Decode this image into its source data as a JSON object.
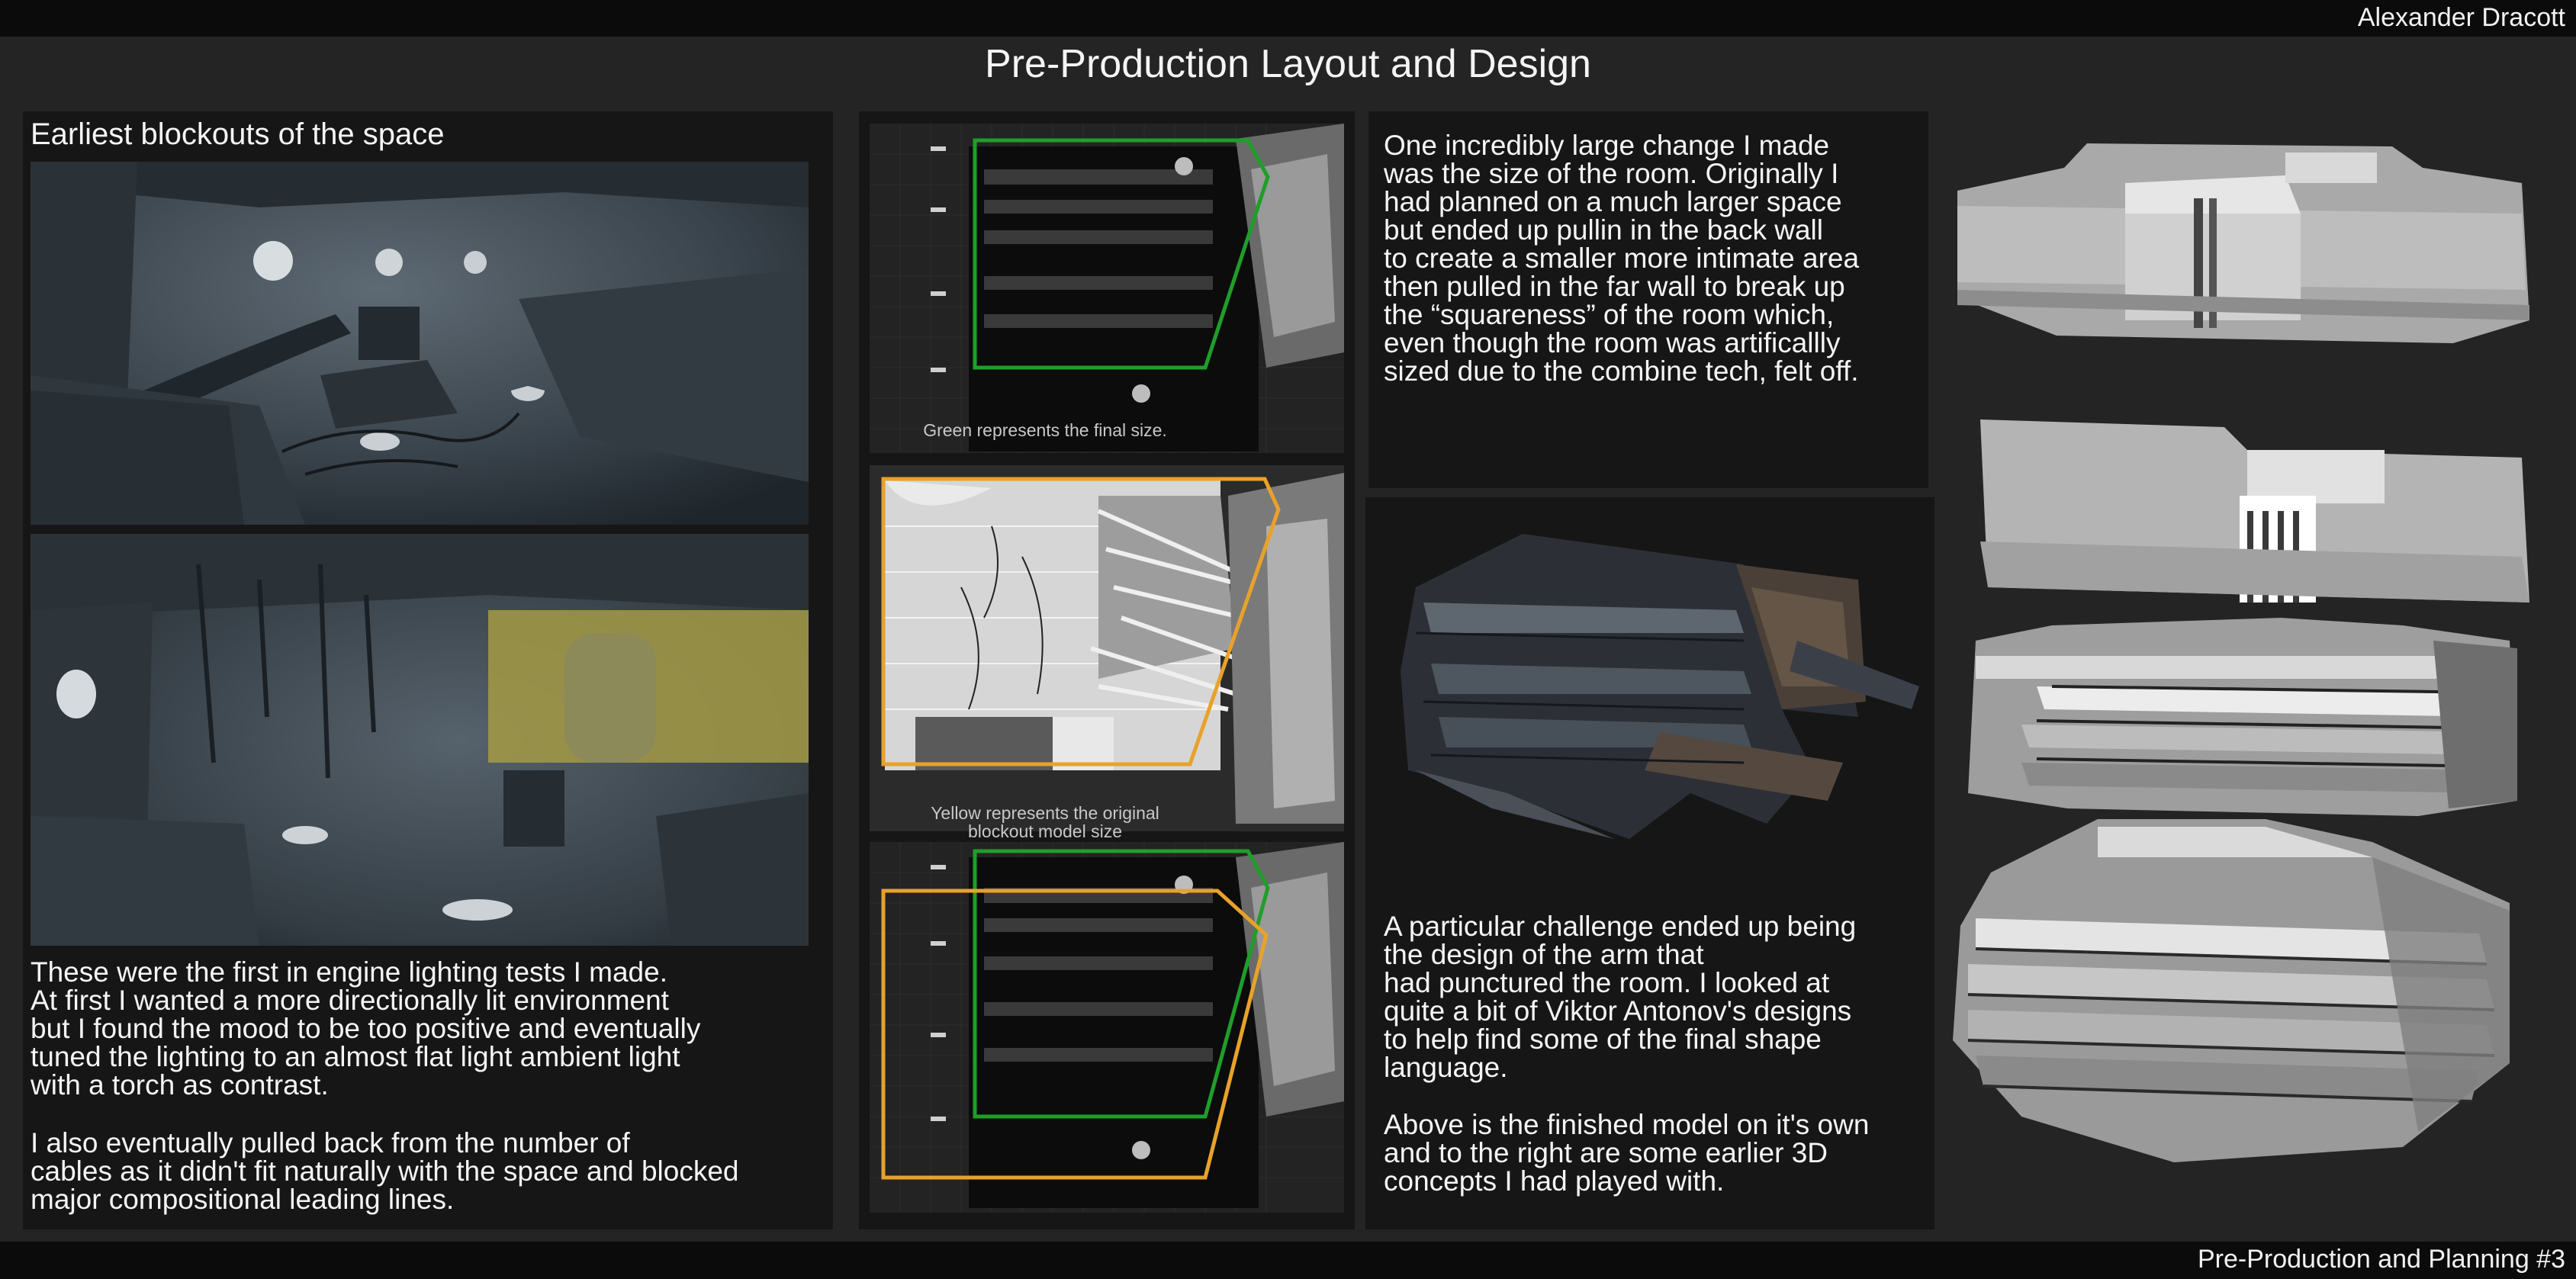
{
  "header": {
    "author": "Alexander Dracott",
    "title": "Pre-Production Layout and Design"
  },
  "footer": {
    "label": "Pre-Production and Planning #3"
  },
  "left_panel": {
    "heading": "Earliest blockouts of the space",
    "paragraph1": "These were the first in engine lighting tests I made.\nAt first I wanted a more directionally lit environment\nbut I found the mood to be too positive and eventually\ntuned the lighting to an almost flat light ambient light\nwith a torch as contrast.",
    "paragraph2": "I also eventually pulled back from the number of\ncables as it didn't fit naturally with the space and blocked\nmajor compositional leading lines."
  },
  "middle_panel": {
    "caption_green": "Green represents the final size.",
    "caption_yellow": "Yellow represents the original\nblockout model size"
  },
  "room_text": {
    "paragraph": "One incredibly large change I made\nwas the size of the room. Originally I\nhad planned on a much larger space\nbut ended up pullin in the back wall\nto create a smaller more intimate area\nthen pulled in the far wall to break up\nthe “squareness” of the room which,\neven though the room was artificallly\nsized due to the combine tech, felt off."
  },
  "arm_text": {
    "paragraph1": "A particular challenge ended up being\nthe design of the arm that\nhad punctured the room. I looked at\nquite a bit of Viktor Antonov's designs\nto help find some of the final shape\nlanguage.",
    "paragraph2": "Above is the finished model on it's own\nand to the right are some earlier 3D\nconcepts I had played with."
  },
  "colors": {
    "final_size_outline": "#1f9e2a",
    "original_size_outline": "#e8a22a",
    "panel_background": "#161616",
    "page_background": "#242424"
  }
}
